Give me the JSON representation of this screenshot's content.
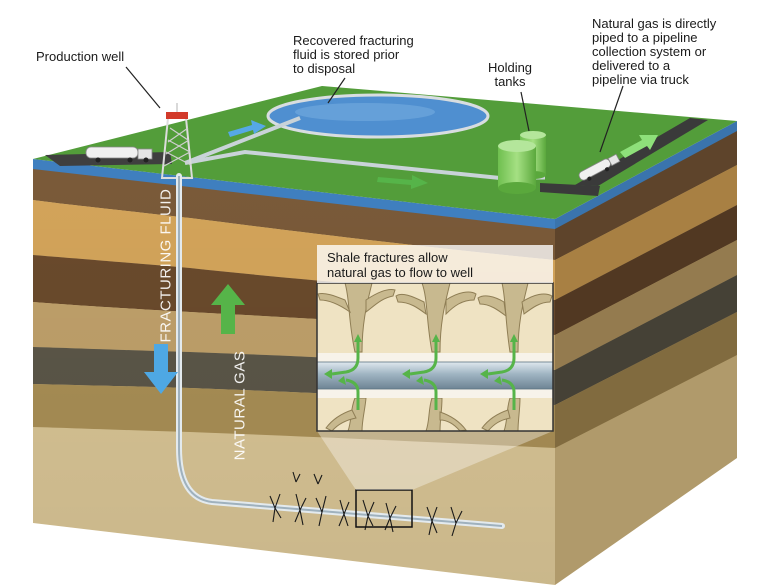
{
  "labels": {
    "production_well": [
      "Production well"
    ],
    "recovered_fluid": [
      "Recovered fracturing",
      "fluid is stored prior",
      "to disposal"
    ],
    "holding_tanks": [
      "Holding",
      "tanks"
    ],
    "natural_gas_piped": [
      "Natural gas is directly",
      "piped to a pipeline",
      "collection system or",
      "delivered to a",
      "pipeline via truck"
    ],
    "fracturing_fluid": "FRACTURING FLUID",
    "natural_gas": "NATURAL GAS",
    "shale_fractures": [
      "Shale fractures allow",
      "natural gas to flow to well"
    ]
  },
  "colors": {
    "grass": "#4c9a32",
    "pond": "#4f8fd0",
    "fluid_arrow": "#4ea8e4",
    "gas_arrow": "#56b449",
    "tank": "#8bd26b",
    "pipe": "#b9c8d2",
    "strata": [
      "#7a5a39",
      "#d3a45a",
      "#6a4a2c",
      "#bfa06a",
      "#5b5648",
      "#a88e55",
      "#d7c394"
    ]
  },
  "icons": [
    "drilling-rig-icon",
    "tanker-truck-icon",
    "holding-tank-icon",
    "flow-arrow-icon",
    "fracture-icon"
  ]
}
